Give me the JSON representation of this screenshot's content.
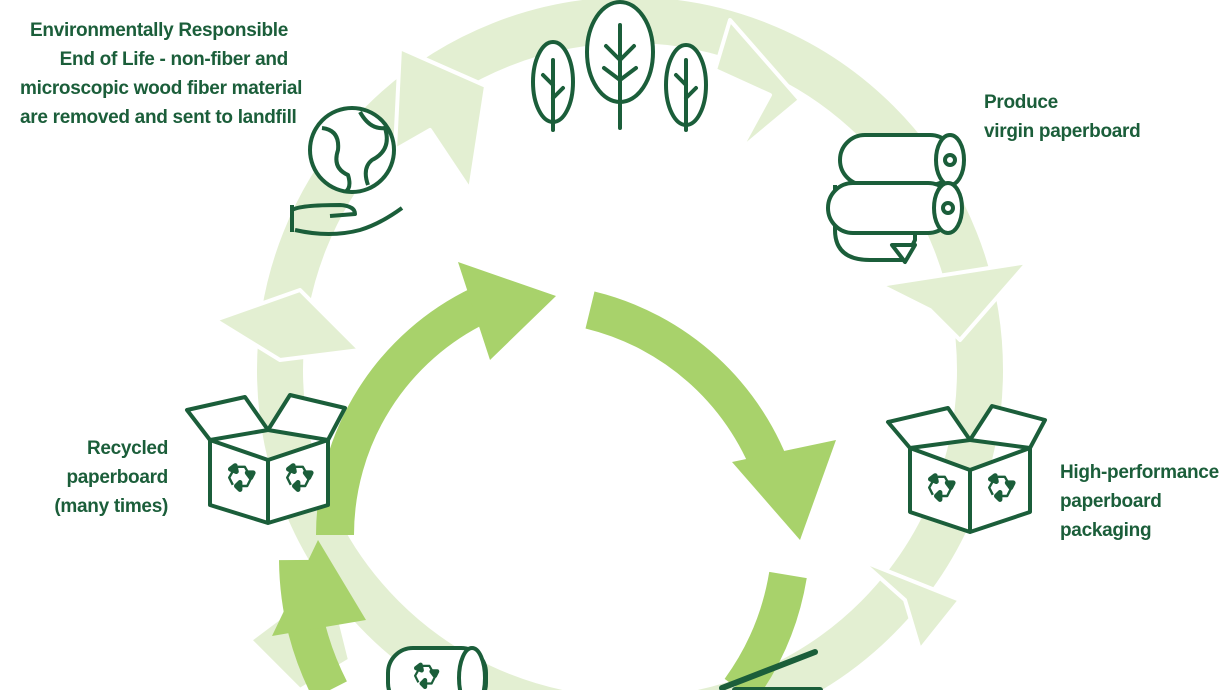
{
  "colors": {
    "outer_ring": "#e3efd2",
    "outer_ring_outline": "#ffffff",
    "inner_ring": "#a8d26b",
    "icon_stroke": "#1b5e3a",
    "text": "#1b5e3a"
  },
  "labels": {
    "end_of_life": {
      "lines": [
        "Environmentally Responsible",
        "End of Life - non-fiber and",
        "microscopic wood fiber material",
        "are removed and sent to landfill"
      ]
    },
    "produce": {
      "lines": [
        "Produce",
        "virgin paperboard"
      ]
    },
    "packaging": {
      "lines": [
        "High-performance",
        "paperboard",
        "packaging"
      ]
    },
    "recycled": {
      "lines": [
        "Recycled",
        "paperboard",
        "(many times)"
      ]
    }
  },
  "icons": [
    "trees-icon",
    "globe-in-hand-icon",
    "paper-rolls-icon",
    "recycle-box-icon",
    "recycled-roll-icon",
    "collection-bin-icon"
  ]
}
